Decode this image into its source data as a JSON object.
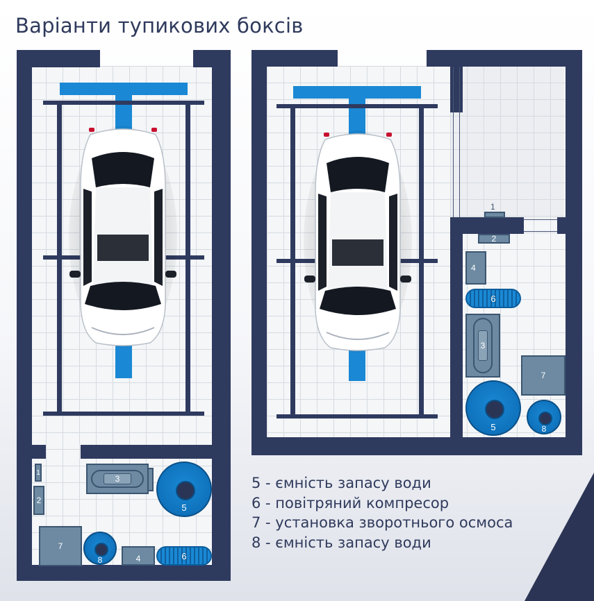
{
  "title": "Варіанти тупикових боксів",
  "legend": [
    {
      "id": "5",
      "text": "5 - ємність запасу води"
    },
    {
      "id": "6",
      "text": "6 - повітряний компресор"
    },
    {
      "id": "7",
      "text": "7 - установка зворотнього осмоса"
    },
    {
      "id": "8",
      "text": "8 - ємність запасу води"
    }
  ],
  "left_box": {
    "labels": {
      "e1": "1",
      "e2": "2",
      "e3": "3",
      "e4": "4",
      "e5": "5",
      "e6": "6",
      "e7": "7",
      "e8": "8"
    }
  },
  "right_box": {
    "labels": {
      "e1": "1",
      "e2": "2",
      "e3": "3",
      "e4": "4",
      "e5": "5",
      "e6": "6",
      "e7": "7",
      "e8": "8"
    }
  },
  "colors": {
    "wall": "#2f3a5f",
    "accent": "#1a88d4",
    "equipment": "#6d8aa2"
  }
}
